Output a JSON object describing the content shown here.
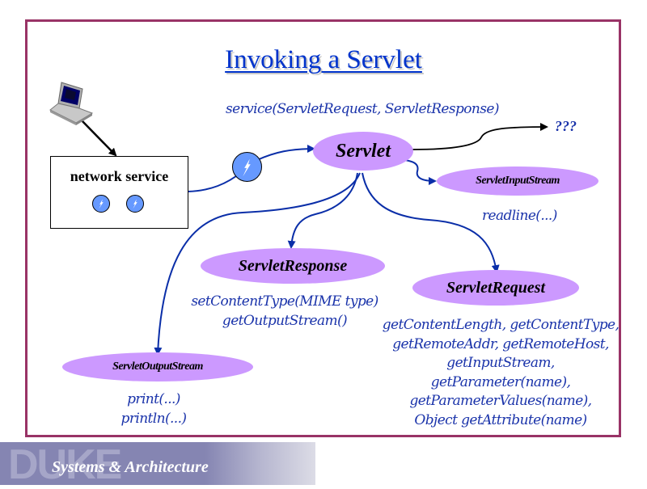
{
  "slide": {
    "title": "Invoking a Servlet",
    "accent_color": "#993366",
    "node_color": "#cc99ff",
    "method_text_color": "#1a33aa"
  },
  "nodes": {
    "network_service": {
      "label": "network service"
    },
    "servlet": {
      "label": "Servlet"
    },
    "servlet_input_stream": {
      "label": "ServletInputStream"
    },
    "servlet_response": {
      "label": "ServletResponse"
    },
    "servlet_request": {
      "label": "ServletRequest"
    },
    "servlet_output_stream": {
      "label": "ServletOutputStream"
    },
    "unknown_target": {
      "label": "???"
    }
  },
  "methods": {
    "service": "service(ServletRequest, ServletResponse)",
    "input_stream": [
      "readline(...)"
    ],
    "response": [
      "setContentType(MIME type)",
      "getOutputStream()"
    ],
    "request": [
      "getContentLength, getContentType,",
      "getRemoteAddr, getRemoteHost,",
      "getInputStream,",
      "getParameter(name),",
      "getParameterValues(name),",
      "Object getAttribute(name)"
    ],
    "output_stream": [
      "print(...)",
      "println(...)"
    ]
  },
  "icons": {
    "client": "laptop-icon",
    "thread": "lightning-knob-icon"
  },
  "footer": {
    "logo_text": "DUKE",
    "subtitle": "Systems & Architecture"
  }
}
